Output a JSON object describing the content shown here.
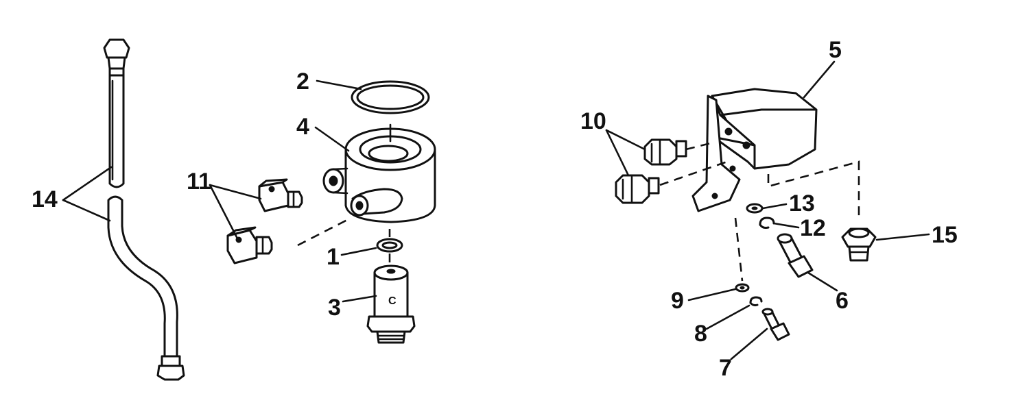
{
  "callouts": {
    "c1": "1",
    "c2": "2",
    "c3": "3",
    "c4": "4",
    "c5": "5",
    "c6": "6",
    "c7": "7",
    "c8": "8",
    "c9": "9",
    "c10": "10",
    "c11": "11",
    "c12": "12",
    "c13": "13",
    "c14": "14",
    "c15": "15"
  },
  "part_label": "C"
}
